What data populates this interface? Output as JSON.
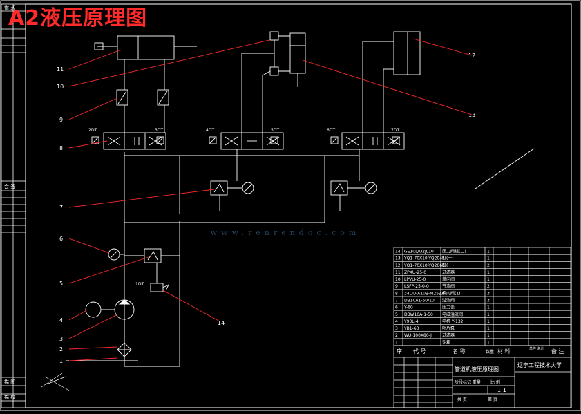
{
  "title": "A2液压原理图",
  "watermark": {
    "url": "www.renrendoc.com"
  },
  "left_strip": {
    "top": "借 式",
    "mid": "会 签",
    "bottom_a": "描 图",
    "bottom_b": "描 校"
  },
  "solenoids": [
    "1DT",
    "2DT",
    "3DT",
    "4DT",
    "5DT",
    "6DT",
    "7DT"
  ],
  "callouts": [
    "1",
    "2",
    "3",
    "4",
    "5",
    "6",
    "7",
    "8",
    "9",
    "10",
    "11",
    "12",
    "13",
    "14"
  ],
  "bom": {
    "rows": [
      {
        "no": "14",
        "code": "GE10L/Q2JL10",
        "name": "压力阀组(二)",
        "qty": "1"
      },
      {
        "no": "13",
        "code": "YQ1-70X10-YQ2045",
        "name": "缸(一)",
        "qty": "1"
      },
      {
        "no": "12",
        "code": "YQ1-70X10-YQ2060",
        "name": "缸(一)",
        "qty": "2"
      },
      {
        "no": "11",
        "code": "ZPXU-25-0",
        "name": "过滤器",
        "qty": "1"
      },
      {
        "no": "10",
        "code": "LPVU-25-0",
        "name": "单向阀",
        "qty": "1"
      },
      {
        "no": "9",
        "code": "LSFP-25-0-0",
        "name": "节流阀",
        "qty": "2"
      },
      {
        "no": "8",
        "code": "34DO-A10B-M25ZA",
        "name": "换向阀(1)",
        "qty": "3"
      },
      {
        "no": "7",
        "code": "DB10A1-50/10",
        "name": "溢流阀",
        "qty": "3"
      },
      {
        "no": "6",
        "code": "Y-60",
        "name": "压力表",
        "qty": "1"
      },
      {
        "no": "5",
        "code": "DBW10A-1-50",
        "name": "电磁溢流阀",
        "qty": "1"
      },
      {
        "no": "4",
        "code": "Y90L-4",
        "name": "电机 Y-132",
        "qty": "1"
      },
      {
        "no": "3",
        "code": "YB1-63",
        "name": "叶片泵",
        "qty": "1"
      },
      {
        "no": "2",
        "code": "WU-100X80-J",
        "name": "过滤器",
        "qty": "1"
      },
      {
        "no": "1",
        "code": "",
        "name": "油箱",
        "qty": "1"
      }
    ],
    "header": {
      "no": "序",
      "code": "代 号",
      "name": "名 称",
      "qty": "数量",
      "mat": "材 料",
      "weight": "单件 总计",
      "remark": "备 注"
    },
    "drawing_name": "管道机液压原理图",
    "school": "辽宁工程技术大学",
    "scale_label": "比 例",
    "scale_value": "1:1",
    "sheet_left": "共  页",
    "sheet_right": "第  页",
    "stage_labels": "阶段标记  重量"
  },
  "colors": {
    "line": "#ffffff",
    "leader": "#ff2a2a",
    "title": "#ff2a2a",
    "watermark": "#3c78aa"
  }
}
